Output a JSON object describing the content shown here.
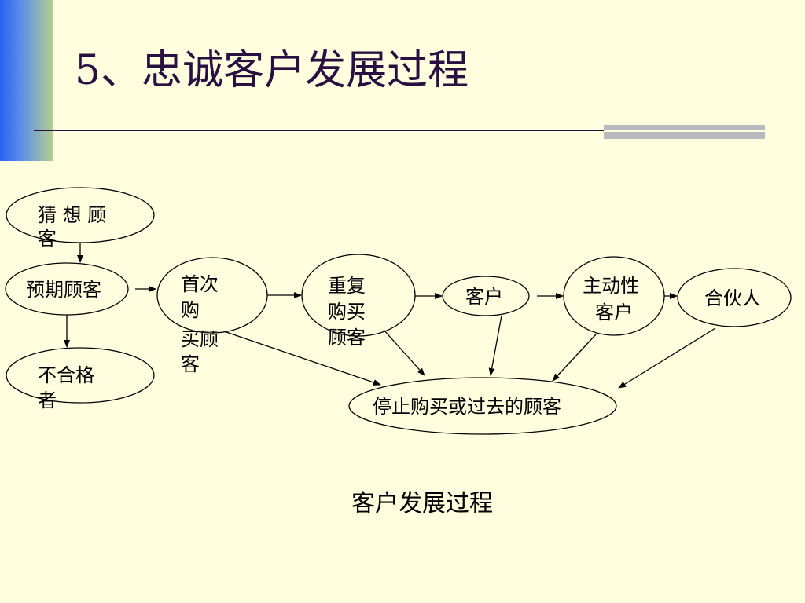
{
  "slide": {
    "title": "5、忠诚客户发展过程"
  },
  "diagram": {
    "nodes": {
      "guess": [
        "猜 想 顾",
        "客"
      ],
      "prospect": [
        "预期顾客"
      ],
      "unqualified": [
        "不合格",
        "者"
      ],
      "first_buy": [
        "首次",
        "购",
        "买顾",
        "客"
      ],
      "repeat_buy": [
        "重复",
        "购买",
        "顾客"
      ],
      "customer": [
        "客户"
      ],
      "active": [
        "主动性",
        "客户"
      ],
      "partner": [
        "合伙人"
      ],
      "lapsed": [
        "停止购买或过去的顾客"
      ]
    },
    "caption": "客户发展过程"
  }
}
